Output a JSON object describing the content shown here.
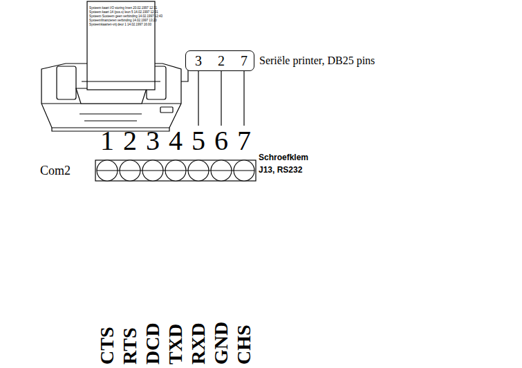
{
  "diagram": {
    "nodes": [
      {
        "text": [
          "3",
          "2",
          "7"
        ]
      }
    ],
    "labels": [
      "Seriële printer, DB25 pins",
      "1",
      "2",
      "3",
      "4",
      "5",
      "6",
      "7",
      "Com2",
      "CTS",
      "RTS",
      "DCD",
      "TXD",
      "RXD",
      "GND",
      "CHS",
      "Schroefklem",
      "J13, RS232",
      "Systeem kaart I/O storing  Imen 20.02.1997 12:31",
      "Systeem kaart 14 (pos.s)  leun 5 14.02.1997 12:31",
      "Systeem Susteem geen verbinding 14.02.1997 12:43",
      "Systeemfinancieren verbinding 14.02.1997 13:20",
      "Systeemkaarten-vrij deur 1 14.02.1997 16:00"
    ]
  }
}
